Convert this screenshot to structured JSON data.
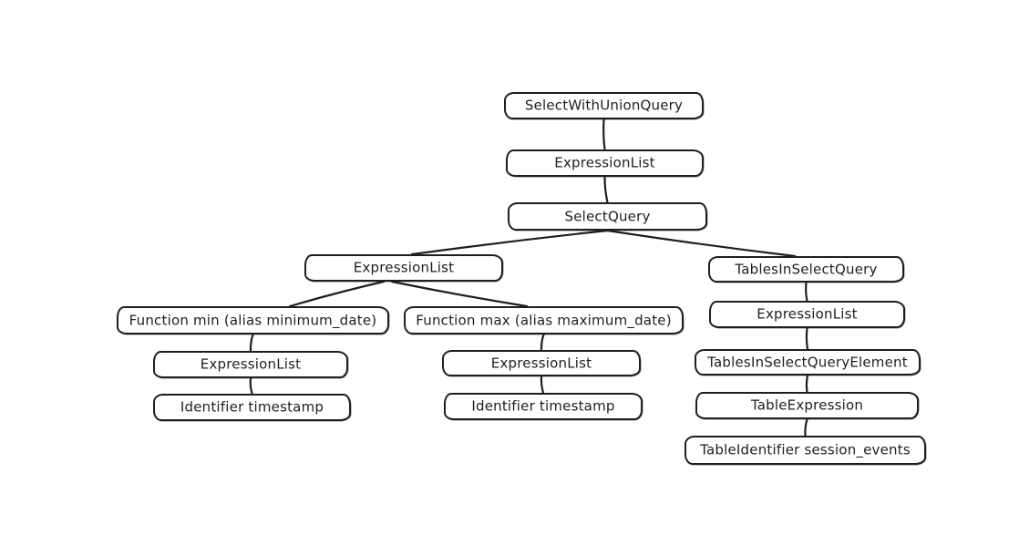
{
  "diagram": {
    "type": "tree",
    "description": "Hand-drawn style AST tree of a SQL select query",
    "background_color": "#ffffff",
    "stroke_color": "#1e1e1e",
    "node_fill_color": "#ffffff",
    "nodes": [
      {
        "id": "select_with_union_query",
        "label": "SelectWithUnionQuery"
      },
      {
        "id": "expression_list_top",
        "label": "ExpressionList"
      },
      {
        "id": "select_query",
        "label": "SelectQuery"
      },
      {
        "id": "expression_list_select",
        "label": "ExpressionList"
      },
      {
        "id": "tables_in_select_query",
        "label": "TablesInSelectQuery"
      },
      {
        "id": "function_min",
        "label": "Function min (alias minimum_date)"
      },
      {
        "id": "function_max",
        "label": "Function max (alias maximum_date)"
      },
      {
        "id": "expression_list_min",
        "label": "ExpressionList"
      },
      {
        "id": "expression_list_max",
        "label": "ExpressionList"
      },
      {
        "id": "expression_list_tables",
        "label": "ExpressionList"
      },
      {
        "id": "identifier_timestamp_min",
        "label": "Identifier timestamp"
      },
      {
        "id": "identifier_timestamp_max",
        "label": "Identifier timestamp"
      },
      {
        "id": "tables_in_select_query_element",
        "label": "TablesInSelectQueryElement"
      },
      {
        "id": "table_expression",
        "label": "TableExpression"
      },
      {
        "id": "table_identifier",
        "label": "TableIdentifier session_events"
      }
    ],
    "edges": [
      {
        "from": "select_with_union_query",
        "to": "expression_list_top"
      },
      {
        "from": "expression_list_top",
        "to": "select_query"
      },
      {
        "from": "select_query",
        "to": "expression_list_select"
      },
      {
        "from": "select_query",
        "to": "tables_in_select_query"
      },
      {
        "from": "expression_list_select",
        "to": "function_min"
      },
      {
        "from": "expression_list_select",
        "to": "function_max"
      },
      {
        "from": "function_min",
        "to": "expression_list_min"
      },
      {
        "from": "expression_list_min",
        "to": "identifier_timestamp_min"
      },
      {
        "from": "function_max",
        "to": "expression_list_max"
      },
      {
        "from": "expression_list_max",
        "to": "identifier_timestamp_max"
      },
      {
        "from": "tables_in_select_query",
        "to": "expression_list_tables"
      },
      {
        "from": "expression_list_tables",
        "to": "tables_in_select_query_element"
      },
      {
        "from": "tables_in_select_query_element",
        "to": "table_expression"
      },
      {
        "from": "table_expression",
        "to": "table_identifier"
      }
    ]
  }
}
